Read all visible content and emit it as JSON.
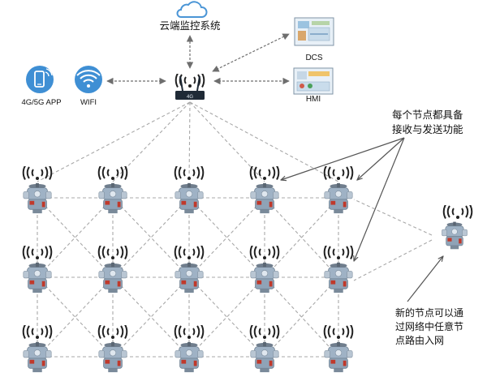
{
  "cloud": {
    "label": "云端监控系统",
    "icon": "cloud-icon"
  },
  "gateway": {
    "label": "4G",
    "icon": "wireless-gateway-router-icon"
  },
  "connections": {
    "dcs": {
      "label": "DCS",
      "icon": "dcs-screen-icon"
    },
    "hmi": {
      "label": "HMI",
      "icon": "hmi-screen-icon"
    },
    "app": {
      "label": "4G/5G APP",
      "icon": "mobile-app-icon"
    },
    "wifi": {
      "label": "WIFI",
      "icon": "wifi-icon"
    }
  },
  "annotations": {
    "every_node": [
      "每个节点都具备",
      "接收与发送功能"
    ],
    "new_node": [
      "新的节点可以通",
      "过网络中任意节",
      "点路由入网"
    ]
  },
  "mesh": {
    "rows": 3,
    "cols": 5,
    "node_icon": "electric-actuator-icon",
    "signal_icon": "wireless-signal-icon"
  },
  "colors": {
    "cloud": "#4a95d6",
    "arrow": "#6e6e6e",
    "mesh_line": "#a8a8a8",
    "node_body": "#9db0c3",
    "node_accent": "#c0392b",
    "gateway": "#1f2a36"
  }
}
